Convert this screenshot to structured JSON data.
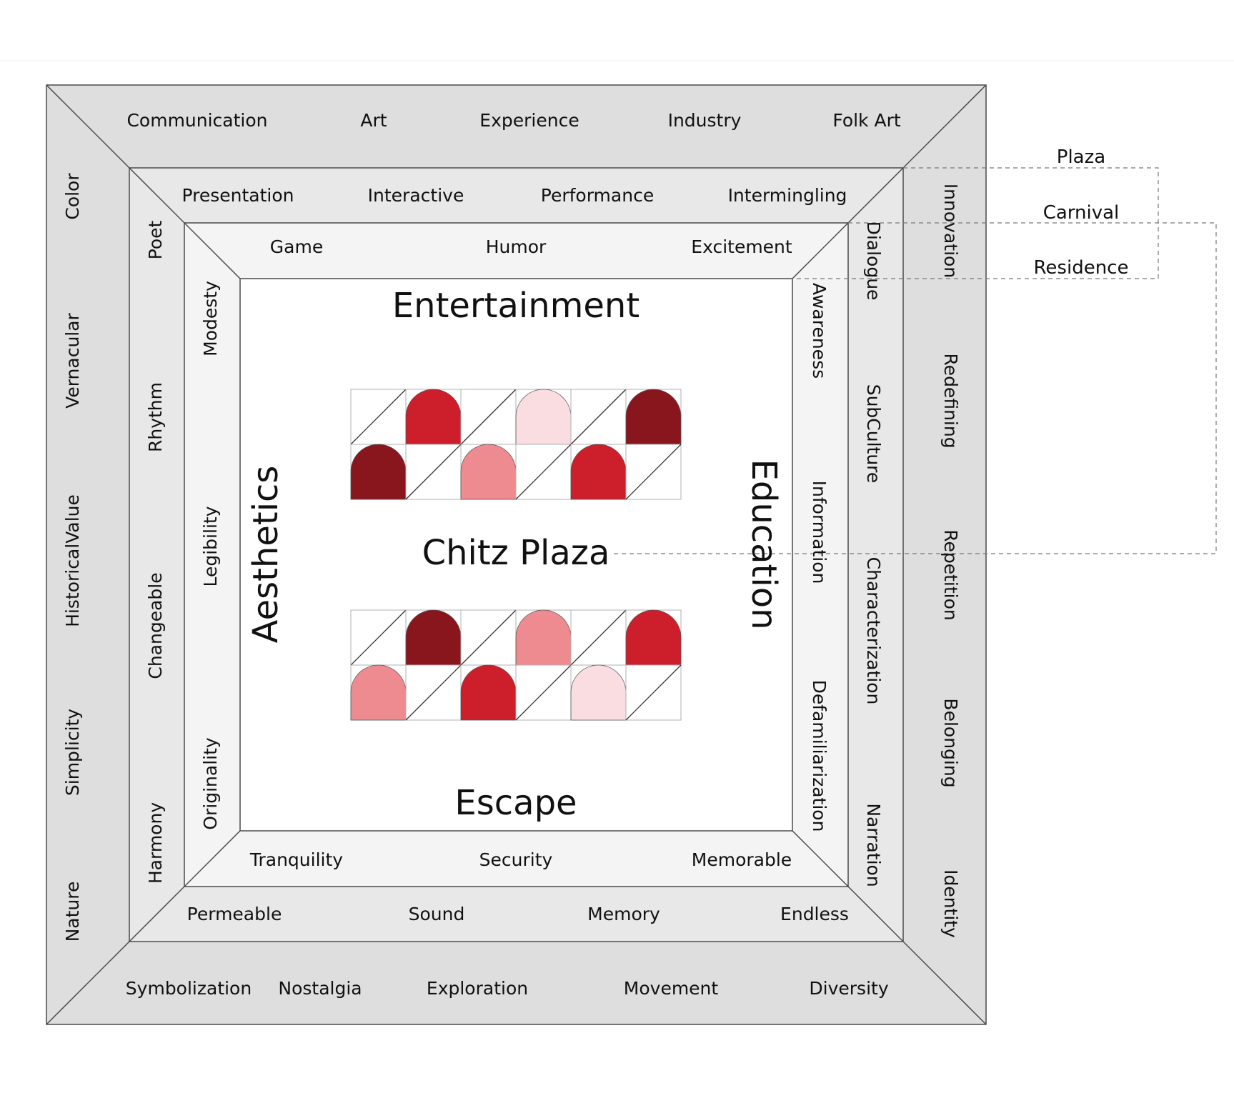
{
  "center": {
    "title": "Chitz Plaza",
    "top": "Entertainment",
    "bottom": "Escape",
    "left": "Aesthetics",
    "right": "Education"
  },
  "ring_outer": {
    "top": [
      "Communication",
      "Art",
      "Experience",
      "Industry",
      "Folk Art"
    ],
    "bottom": [
      "Symbolization",
      "Nostalgia",
      "Exploration",
      "Movement",
      "Diversity"
    ],
    "left": [
      "Color",
      "Vernacular",
      "HistoricalValue",
      "Simplicity",
      "Nature"
    ],
    "right": [
      "Innovation",
      "Redefining",
      "Repetition",
      "Belonging",
      "Identity"
    ]
  },
  "ring_middle": {
    "top": [
      "Presentation",
      "Interactive",
      "Performance",
      "Intermingling"
    ],
    "bottom": [
      "Permeable",
      "Sound",
      "Memory",
      "Endless"
    ],
    "left": [
      "Poet",
      "Rhythm",
      "Changeable",
      "Harmony"
    ],
    "right": [
      "Dialogue",
      "SubCulture",
      "Characterization",
      "Narration"
    ]
  },
  "ring_inner": {
    "top": [
      "Game",
      "Humor",
      "Excitement"
    ],
    "bottom": [
      "Tranquility",
      "Security",
      "Memorable"
    ],
    "left": [
      "Modesty",
      "Legibility",
      "Originality"
    ],
    "right": [
      "Awareness",
      "Information",
      "Defamiliarization"
    ]
  },
  "legend": [
    "Plaza",
    "Carnival",
    "Residence"
  ],
  "colors": {
    "band_outer": "#dedede",
    "band_middle": "#e8e8e8",
    "band_inner": "#f4f4f4",
    "tile_dark": "#8a161d",
    "tile_red": "#cd1f2b",
    "tile_pink": "#ee8b90",
    "tile_light": "#f9dde0",
    "stroke": "#4a4a4a"
  },
  "tile_pattern_top": [
    [
      "diag",
      "red",
      "diag",
      "light",
      "diag",
      "dark"
    ],
    [
      "dark",
      "diag",
      "pink",
      "diag",
      "red",
      "diag"
    ]
  ],
  "tile_pattern_bottom": [
    [
      "diag",
      "dark",
      "diag",
      "pink",
      "diag",
      "red"
    ],
    [
      "pink",
      "diag",
      "red",
      "diag",
      "light",
      "diag"
    ]
  ]
}
